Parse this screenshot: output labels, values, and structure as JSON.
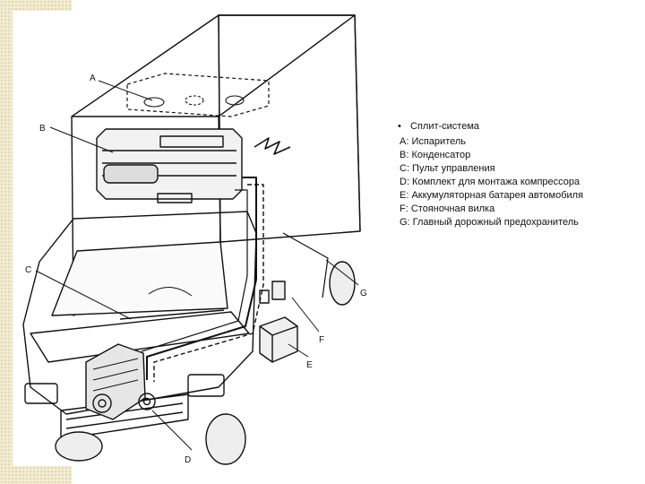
{
  "diagram": {
    "labels": {
      "a": "A",
      "b": "B",
      "c": "C",
      "d": "D",
      "e": "E",
      "f": "F",
      "g": "G"
    }
  },
  "legend": {
    "bullet": "•",
    "title": "Сплит-система",
    "items": [
      "A: Испаритель",
      "B: Конденсатор",
      "C: Пульт управления",
      "D: Комплект для монтажа компрессора",
      "E: Аккумуляторная батарея автомобиля",
      "F: Стояночная вилка",
      "G: Главный дорожный предохранитель"
    ]
  }
}
